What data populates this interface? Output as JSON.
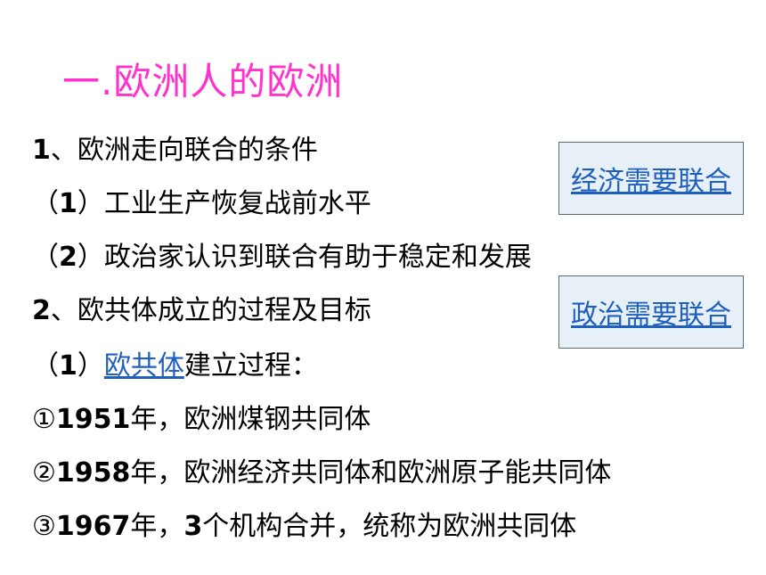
{
  "title": "一.欧洲人的欧洲",
  "lines": {
    "l1_num": "1",
    "l1_text": "、欧洲走向联合的条件",
    "l2_open": "（",
    "l2_num": "1",
    "l2_text": "）工业生产恢复战前水平",
    "l3_open": "（",
    "l3_num": "2",
    "l3_text": "）政治家认识到联合有助于稳定和发展",
    "l4_num": "2",
    "l4_text": "、欧共体成立的过程及目标",
    "l5_open": "（",
    "l5_num": "1",
    "l5_close": "）",
    "l5_link": "欧共体",
    "l5_text": "建立过程：",
    "l6_mark": "①",
    "l6_year": "1951",
    "l6_text": "年，欧洲煤钢共同体",
    "l7_mark": "②",
    "l7_year": "1958",
    "l7_text": "年，欧洲经济共同体和欧洲原子能共同体",
    "l8_mark": "③",
    "l8_year": "1967",
    "l8_text1": "年，",
    "l8_num": "3",
    "l8_text2": "个机构合并，统称为欧洲共同体"
  },
  "buttons": {
    "economic": "经济需要联合",
    "political": "政治需要联合"
  },
  "colors": {
    "title": "#ff33cc",
    "link": "#1f5fbf",
    "box_bg": "#e6f0f6"
  }
}
